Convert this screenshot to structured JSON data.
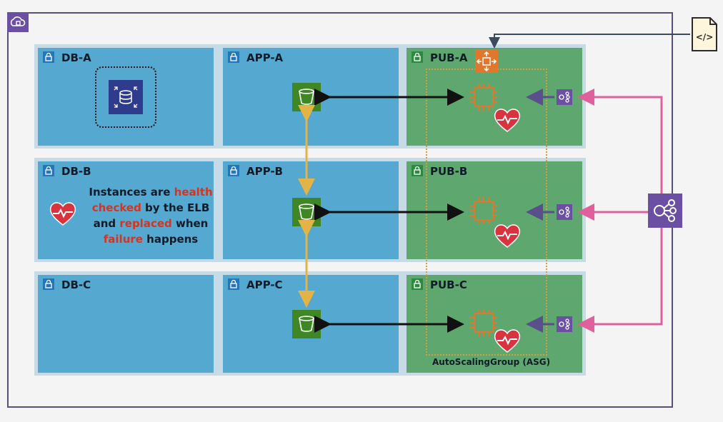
{
  "subnets": {
    "db_a": "DB-A",
    "app_a": "APP-A",
    "pub_a": "PUB-A",
    "db_b": "DB-B",
    "app_b": "APP-B",
    "pub_b": "PUB-B",
    "db_c": "DB-C",
    "app_c": "APP-C",
    "pub_c": "PUB-C"
  },
  "info": {
    "t1": "Instances are ",
    "t2": "health",
    "t3": "checked",
    "t4": " by the ELB",
    "t5": "and ",
    "t6": "replaced",
    "t7": " when",
    "t8": "failure",
    "t9": " happens"
  },
  "asg_label": "AutoScalingGroup (ASG)",
  "colors": {
    "vpc_border": "#5a4f78",
    "band": "#c7dbe6",
    "subnet_blue": "#55a8cf",
    "subnet_green": "#5ea86f",
    "accent_purple": "#6b4fa3",
    "pink_line": "#e0609e",
    "yellow_line": "#e3b445",
    "asg_border": "#e09a3a",
    "text_red": "#d63420"
  },
  "icons": [
    "vpc-cloud-icon",
    "lock-icon",
    "rds-icon",
    "s3-bucket-icon",
    "ec2-instance-icon",
    "health-heart-icon",
    "elb-endpoint-icon",
    "elb-icon",
    "launch-template-document-icon",
    "auto-scaling-icon"
  ]
}
